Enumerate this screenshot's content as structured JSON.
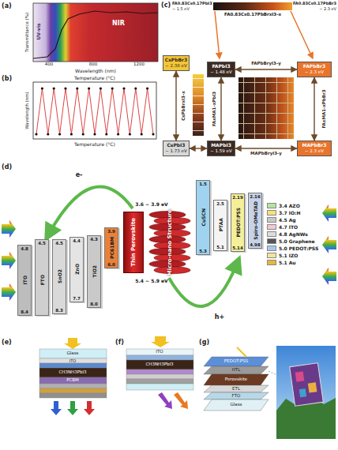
{
  "diagram": {
    "nodes": [
      {
        "text": [
          "CsPbBr3",
          "~ 2.38 eV"
        ]
      },
      {
        "text": [
          "FAPbI3",
          "~ 1.48 eV"
        ]
      },
      {
        "text": [
          "FAPbBr3",
          "~ 2.3 eV"
        ]
      },
      {
        "text": [
          "CsPbI3",
          "~ 1.73 eV"
        ]
      },
      {
        "text": [
          "MAPbI3",
          "~ 1.59 eV"
        ]
      },
      {
        "text": [
          "MAPbBr3",
          "~ 2.3 eV"
        ]
      },
      {
        "text": [
          "ITO",
          "4.8",
          "8.4"
        ]
      },
      {
        "text": [
          "FTO",
          "4.5"
        ]
      },
      {
        "text": [
          "SnO2",
          "4.5",
          "8.3"
        ]
      },
      {
        "text": [
          "ZnO",
          "4.4",
          "7.7"
        ]
      },
      {
        "text": [
          "TiO2",
          "4.3",
          "8.0"
        ]
      },
      {
        "text": [
          "PC61BM",
          "3.9",
          "6.0"
        ]
      },
      {
        "text": [
          "Thin Perovskite"
        ]
      },
      {
        "text": [
          "Micro-nano Structure"
        ]
      },
      {
        "text": [
          "CuSCN",
          "1.5",
          "5.3"
        ]
      },
      {
        "text": [
          "PTAA",
          "2.5",
          "5.1"
        ]
      },
      {
        "text": [
          "PEDOT:PSS",
          "2.19",
          "5.14"
        ]
      },
      {
        "text": [
          "Spiro-OMeTAD",
          "2.16",
          "4.98"
        ]
      }
    ],
    "edges": [
      {
        "from": 0,
        "to": 3,
        "label": "CsPbBrxI3-x",
        "arrow": "both"
      },
      {
        "from": 1,
        "to": 2,
        "label": "FAPbBryI3-y",
        "arrow": "both"
      },
      {
        "from": 1,
        "to": 4,
        "label": "FAxMA1-xPbI3",
        "arrow": "both"
      },
      {
        "from": 2,
        "to": 5,
        "label": "FAxMA1-xPbBr3",
        "arrow": "both"
      },
      {
        "from": 4,
        "to": 5,
        "label": "MAPbBryI3-y",
        "arrow": "both"
      },
      {
        "from": 3,
        "to": 4,
        "arrow": "both"
      }
    ],
    "labels": [
      "(a)",
      "(b)",
      "(c)",
      "(d)",
      "(e)",
      "(f)",
      "(g)",
      "UV-vis",
      "NIR",
      "Wavelength (nm)",
      "Transmittance (%)",
      "400",
      "800",
      "1200",
      "Temperature (°C)",
      "Temperature (°C)",
      "Wavelength (nm)",
      "FA0.83Cs0.17PbI3",
      "~ 1.5 eV",
      "FA0.83Cs0.17PbBr3",
      "~ 2.3 eV",
      "FA0.83Cs0.17PbBrxI3-x",
      "e-",
      "h+",
      "3.6 ~ 3.9 eV",
      "5.4 ~ 5.9 eV",
      "Glass",
      "ITO",
      "CH3NH3PbI3",
      "PCBM",
      "ITO",
      "CH3NH3PbI3",
      "PEDOT:PSS",
      "HTL",
      "Perovskite",
      "ETL",
      "FTO",
      "Glass"
    ],
    "legend": [
      {
        "text": "3.4 AZO",
        "color": "#b6e3a0"
      },
      {
        "text": "3.7 IO:H",
        "color": "#f6e27a"
      },
      {
        "text": "4.5 Ag",
        "color": "#c8c8c8"
      },
      {
        "text": "4.7 ITO",
        "color": "#f7c6d0"
      },
      {
        "text": "4.8 AgNWs",
        "color": "#dcdcdc"
      },
      {
        "text": "5.0 Graphene",
        "color": "#555555"
      },
      {
        "text": "5.0 PEDOT:PSS",
        "color": "#a6c8ee"
      },
      {
        "text": "5.1 IZO",
        "color": "#f3e49a"
      },
      {
        "text": "5.1 Au",
        "color": "#e5b93b"
      }
    ]
  }
}
